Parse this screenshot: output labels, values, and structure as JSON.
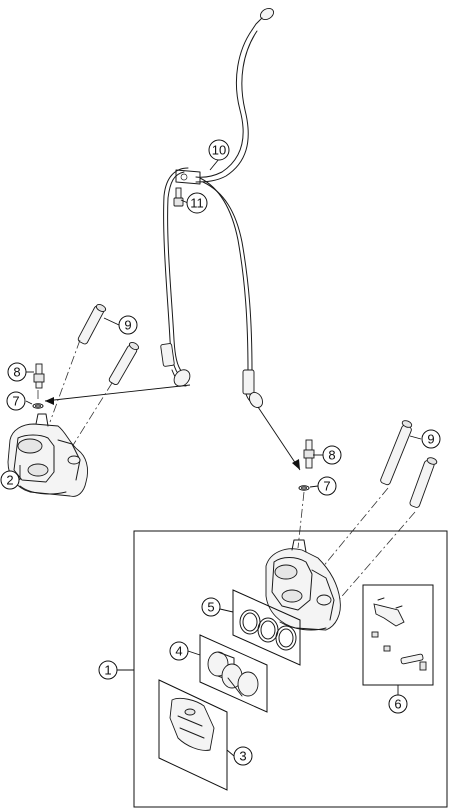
{
  "callouts": {
    "c1": "1",
    "c2": "2",
    "c3": "3",
    "c4": "4",
    "c5": "5",
    "c6": "6",
    "c7a": "7",
    "c7b": "7",
    "c8a": "8",
    "c8b": "8",
    "c9a": "9",
    "c9b": "9",
    "c10": "10",
    "c11": "11"
  }
}
